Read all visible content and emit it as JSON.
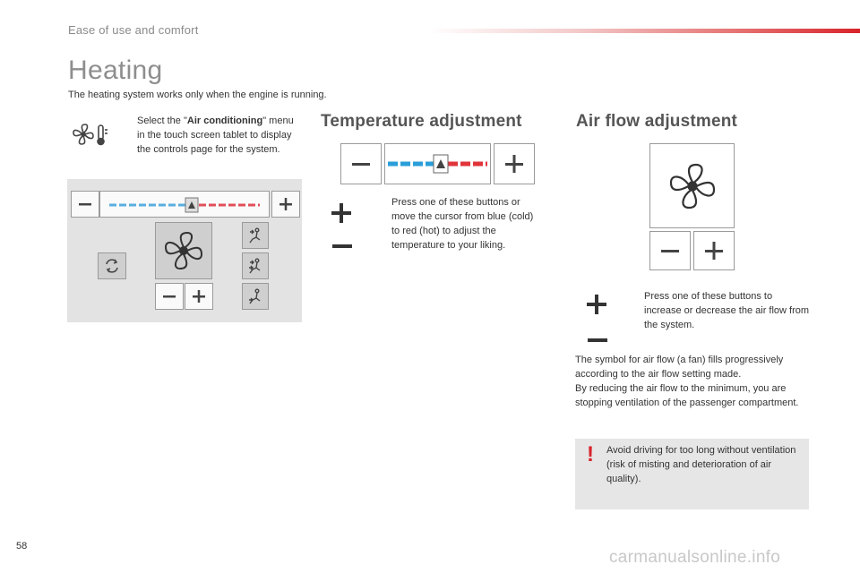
{
  "header": {
    "section": "Ease of use and comfort"
  },
  "page": {
    "title": "Heating",
    "intro": "The heating system works only when the engine is running.",
    "number": "58"
  },
  "select_step": {
    "bullet": "",
    "pre": "Select the \"",
    "bold": "Air conditioning",
    "post": "\" menu in the touch screen tablet to display the controls page for the system."
  },
  "temperature": {
    "heading": "Temperature adjustment",
    "bullet": "",
    "text": "Press one of these buttons or move the cursor from blue (cold) to red (hot) to adjust the temperature to your liking."
  },
  "airflow": {
    "heading": "Air flow adjustment",
    "bullet": "",
    "text": "Press one of these buttons to increase or decrease the air flow from the system.",
    "para1": "The symbol for air flow (a fan) fills progressively according to the air flow setting made.",
    "para2": "By reducing the air flow to the minimum, you are stopping ventilation of the passenger compartment."
  },
  "warning": {
    "mark": "!",
    "text": "Avoid driving for too long without ventilation (risk of misting and deterioration of air quality)."
  },
  "watermark": "carmanualsonline.info",
  "colors": {
    "accent_red": "#d8232a",
    "cold_blue": "#2a9ed8",
    "hot_red": "#e0343a"
  }
}
